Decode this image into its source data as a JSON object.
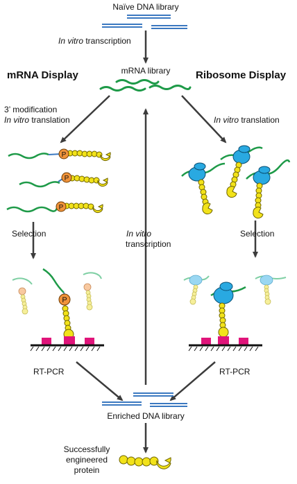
{
  "colors": {
    "dna": "#3a78c0",
    "mrna": "#1e9a48",
    "mrna_faded": "#7ecfa3",
    "protein": "#f2e21a",
    "protein_outline": "#6d6300",
    "puromycin": "#f0933a",
    "ribosome": "#29a9e1",
    "target": "#e0147a",
    "arrow": "#3c3c3c"
  },
  "labels": {
    "naive_library": "Naïve DNA library",
    "ivt_top_italic": "In vitro",
    "ivt_top_rest": " transcription",
    "mrna_library": "mRNA library",
    "mrna_display": "mRNA Display",
    "ribosome_display": "Ribosome Display",
    "mod_line1": "3’ modification",
    "mod_line2_italic": "In vitro",
    "mod_line2_rest": " translation",
    "right_trans_italic": "In vitro",
    "right_trans_rest": " translation",
    "selection_left": "Selection",
    "selection_right": "Selection",
    "center_italic": "In vitro",
    "center_rest": "transcription",
    "rtpcr_left": "RT-PCR",
    "rtpcr_right": "RT-PCR",
    "enriched": "Enriched DNA library",
    "success_line1": "Successfully",
    "success_line2": "engineered",
    "success_line3": "protein",
    "puromycin_letter": "P"
  }
}
